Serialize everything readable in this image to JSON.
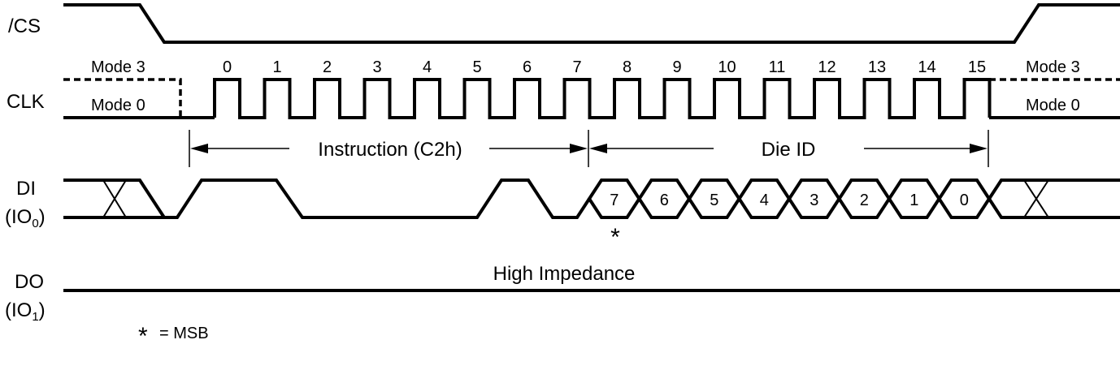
{
  "signals": {
    "cs": "/CS",
    "clk": "CLK",
    "di": "DI",
    "di_sub_prefix": "(IO",
    "di_sub": "0",
    "do": "DO",
    "do_sub_prefix": "(IO",
    "do_sub": "1",
    "sub_suffix": ")"
  },
  "clock": {
    "mode3_left": "Mode 3",
    "mode0_left": "Mode 0",
    "mode3_right": "Mode 3",
    "mode0_right": "Mode 0",
    "cycles": [
      "0",
      "1",
      "2",
      "3",
      "4",
      "5",
      "6",
      "7",
      "8",
      "9",
      "10",
      "11",
      "12",
      "13",
      "14",
      "15"
    ]
  },
  "phases": {
    "instruction": "Instruction (C2h)",
    "die_id": "Die ID"
  },
  "di_bits": [
    "7",
    "6",
    "5",
    "4",
    "3",
    "2",
    "1",
    "0"
  ],
  "msb_marker": "*",
  "do_state": "High Impedance",
  "legend": {
    "star": "*",
    "text": "= MSB"
  }
}
